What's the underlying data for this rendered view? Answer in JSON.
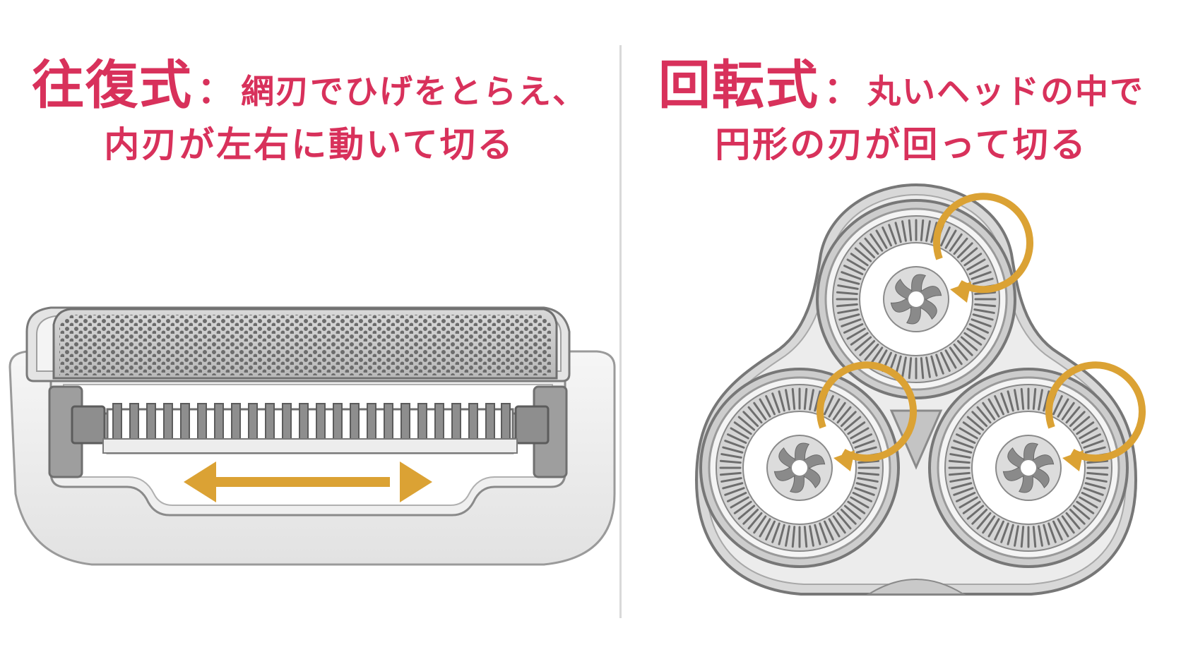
{
  "left": {
    "keyword": "往復式",
    "separator": "：",
    "line1": "網刃でひげをとらえ、",
    "line2": "内刃が左右に動いて切る"
  },
  "right": {
    "keyword": "回転式",
    "separator": "：",
    "line1": "丸いヘッドの中で",
    "line2": "円形の刃が回って切る"
  },
  "colors": {
    "caption": "#d8315b",
    "arrow": "#dba234",
    "outline": "#6f6f6f",
    "metal": "#c4c4c4",
    "body": "#f2f2f2"
  },
  "icons": {
    "reciprocating": "foil-shaver-head-icon",
    "motion": "double-arrow-icon",
    "rotary": "rotary-shaver-head-icon",
    "rotation": "circular-arrow-icon",
    "blade": "blade-rotor-icon"
  }
}
